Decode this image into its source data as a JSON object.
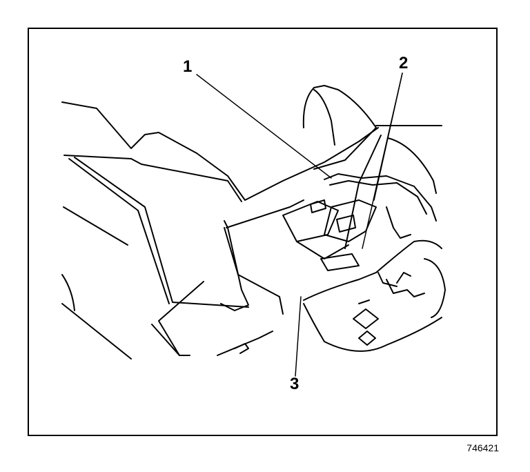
{
  "callouts": {
    "one": "1",
    "two": "2",
    "three": "3"
  },
  "figure_id": "746421",
  "colors": {
    "line": "#000000",
    "background": "#ffffff"
  }
}
